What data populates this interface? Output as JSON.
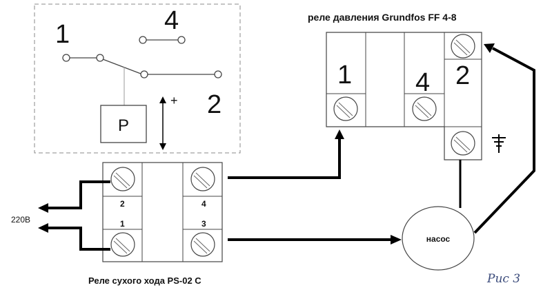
{
  "diagram": {
    "schematic": {
      "contact_1": "1",
      "contact_4": "4",
      "contact_2": "2",
      "sensor_label": "P",
      "plus_sign": "+"
    },
    "pressure_switch": {
      "title": "реле давления Grundfos FF 4-8",
      "terminal_1": "1",
      "terminal_4": "4",
      "terminal_2": "2"
    },
    "dry_run_relay": {
      "title": "Реле сухого хода PS-02 C",
      "terminal_2": "2",
      "terminal_1": "1",
      "terminal_4": "4",
      "terminal_3": "3"
    },
    "supply_label": "220В",
    "pump_label": "насос",
    "figure_label": "Рис 3",
    "ground_icon": "ground-symbol-icon"
  }
}
